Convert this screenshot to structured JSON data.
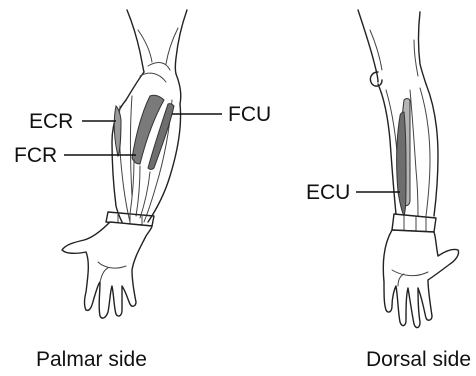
{
  "labels": {
    "ecr": "ECR",
    "fcr": "FCR",
    "fcu": "FCU",
    "ecu": "ECU"
  },
  "captions": {
    "palmar": "Palmar side",
    "dorsal": "Dorsal side"
  },
  "colors": {
    "muscle_fill": "#7a7a7a",
    "muscle_light": "#b5b5b5",
    "outline": "#222222",
    "background": "#ffffff"
  }
}
